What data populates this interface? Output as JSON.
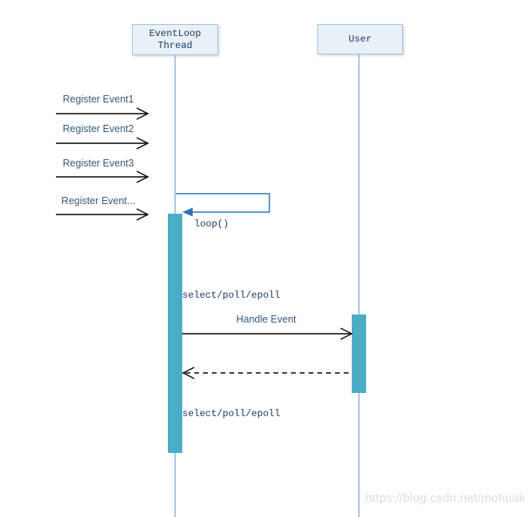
{
  "actors": [
    {
      "label_lines": [
        "EventLoop",
        "Thread"
      ]
    },
    {
      "label_lines": [
        "User"
      ]
    }
  ],
  "messages": {
    "register1": "Register Event1",
    "register2": "Register Event2",
    "register3": "Register Event3",
    "register4": "Register Event...",
    "loop": "loop()",
    "select1": "select/poll/epoll",
    "handle": "Handle Event",
    "select2": "select/poll/epoll"
  },
  "watermark": "https://blog.csdn.net/mohuak",
  "colors": {
    "actor_fill": "#e9f0f8",
    "actor_border": "#9cc2e5",
    "actor_text": "#17375e",
    "lifeline": "#a9c7e8",
    "activation_fill": "#4bacc6",
    "label_text": "#33597f",
    "mono_text": "#17375e",
    "loop_line": "#2e75b6",
    "arrow_line": "#000000",
    "watermark_text": "#d9dce0"
  }
}
